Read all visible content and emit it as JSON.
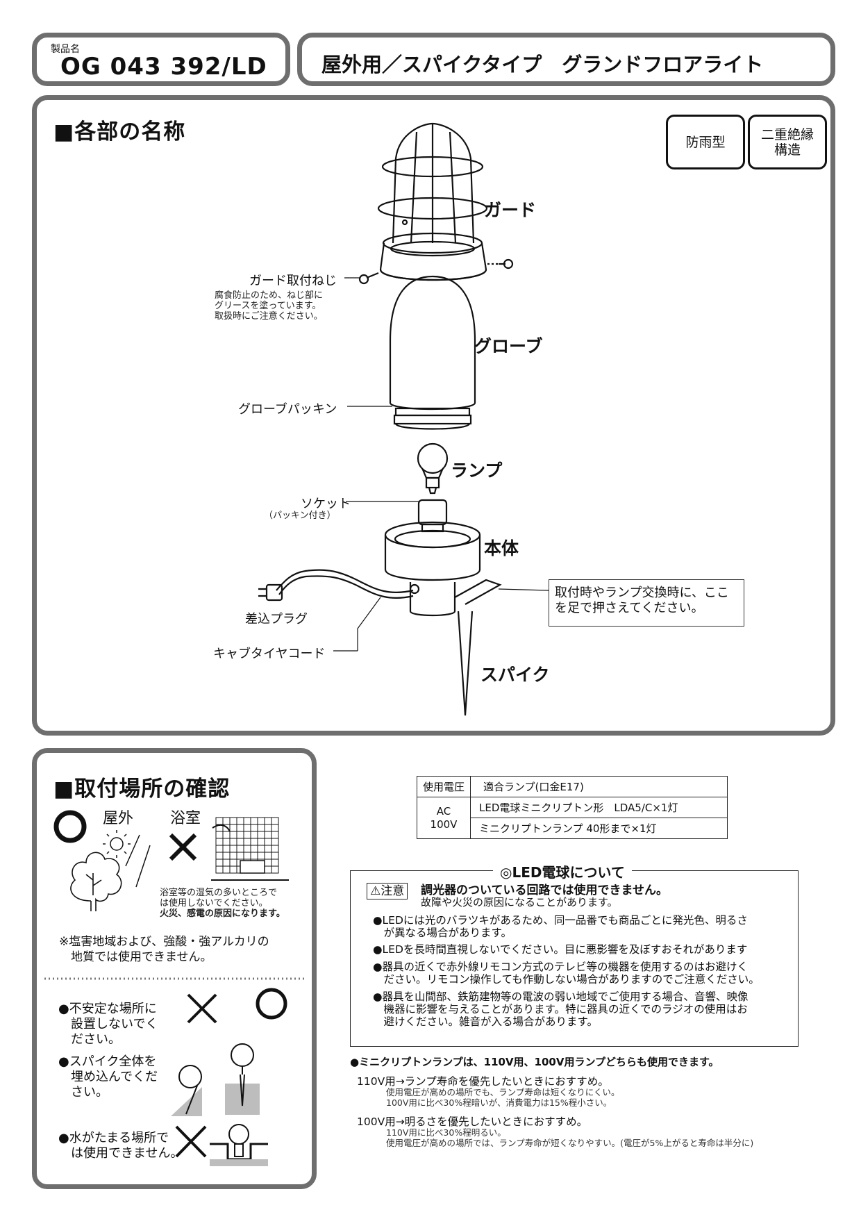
{
  "header": {
    "product_caption": "製品名",
    "product_code": "OG 043 392/LD",
    "title": "屋外用／スパイクタイプ　グランドフロアライト"
  },
  "parts_section": {
    "title": "■各部の名称",
    "badges": [
      "防雨型",
      "二重絶縁\n構造"
    ],
    "labels": {
      "guard": "ガード",
      "guard_screw": "ガード取付ねじ",
      "guard_screw_note": "腐食防止のため、ねじ部に\nグリースを塗っています。\n取扱時にご注意ください。",
      "globe": "グローブ",
      "globe_packing": "グローブパッキン",
      "lamp": "ランプ",
      "socket": "ソケット",
      "socket_note": "（パッキン付き）",
      "body": "本体",
      "plug": "差込プラグ",
      "cord": "キャブタイヤコード",
      "spike": "スパイク",
      "callout": "取付時やランプ交換時に、ここ\nを足で押さえてください。"
    }
  },
  "location_section": {
    "title": "■取付場所の確認",
    "outdoor": "屋外",
    "bathroom": "浴室",
    "bath_note": "浴室等の湿気の多いところで\nは使用しないでください。",
    "bath_warning": "火災、感電の原因になります。",
    "salt_note": "※塩害地域および、強酸・強アルカリの\n　地質では使用できません。",
    "items": [
      "●不安定な場所に\n　設置しないでく\n　ださい。",
      "●スパイク全体を\n　埋め込んでくだ\n　さい。",
      "●水がたまる場所で\n　は使用できません。"
    ]
  },
  "spec_table": {
    "h_voltage": "使用電圧",
    "h_lamp": "適合ランプ(口金E17)",
    "voltage": "AC\n100V",
    "lamp1": "LED電球ミニクリプトン形　LDA5/C×1灯",
    "lamp2": "ミニクリプトンランプ 40形まで×1灯"
  },
  "led_section": {
    "title": "◎LED電球について",
    "caution_tag": "⚠注意",
    "caution_main": "調光器のついている回路では使用できません。",
    "caution_sub": "故障や火災の原因になることがあります。",
    "bullets": [
      "●LEDには光のバラツキがあるため、同一品番でも商品ごとに発光色、明るさ\n　が異なる場合があります。",
      "●LEDを長時間直視しないでください。目に悪影響を及ぼすおそれがあります",
      "●器具の近くで赤外線リモコン方式のテレビ等の機器を使用するのはお避けく\n　ださい。リモコン操作しても作動しない場合がありますのでご注意ください。",
      "●器具を山間部、鉄筋建物等の電波の弱い地域でご使用する場合、音響、映像\n　機器に影響を与えることがあります。特に器具の近くでのラジオの使用はお\n　避けください。雑音が入る場合があります。"
    ]
  },
  "lamp_notes": {
    "intro": "●ミニクリプトンランプは、110V用、100V用ランプどちらも使用できます。",
    "v110_head": "110V用→ランプ寿命を優先したいときにおすすめ。",
    "v110_body": "使用電圧が高めの場所でも、ランプ寿命は短くなりにくい。\n100V用に比べ30%程暗いが、消費電力は15%程小さい。",
    "v100_head": "100V用→明るさを優先したいときにおすすめ。",
    "v100_body": "110V用に比べ30%程明るい。\n使用電圧が高めの場所では、ランプ寿命が短くなりやすい。(電圧が5%上がると寿命は半分に)"
  }
}
